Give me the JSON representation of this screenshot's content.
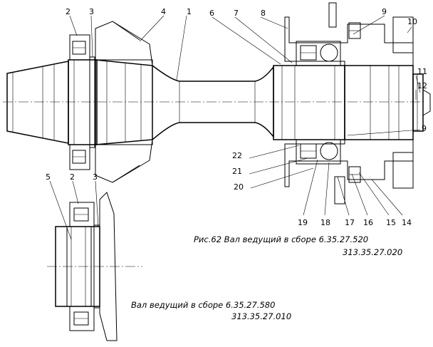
{
  "figure": {
    "callouts": [
      "1",
      "2",
      "3",
      "4",
      "5",
      "6",
      "7",
      "8",
      "9",
      "10",
      "11",
      "12",
      "14",
      "15",
      "16",
      "17",
      "18",
      "19",
      "20",
      "21",
      "22"
    ],
    "second_callout_9": "9",
    "inset_callouts": {
      "part5": "5",
      "part2": "2",
      "part3": "3"
    },
    "caption_main": {
      "line1": "Рис.62  Вал ведущий в сборе 6.35.27.520",
      "line2": "313.35.27.020"
    },
    "caption_inset": {
      "line1": "Вал ведущий в сборе 6.35.27.580",
      "line2": "313.35.27.010"
    }
  }
}
